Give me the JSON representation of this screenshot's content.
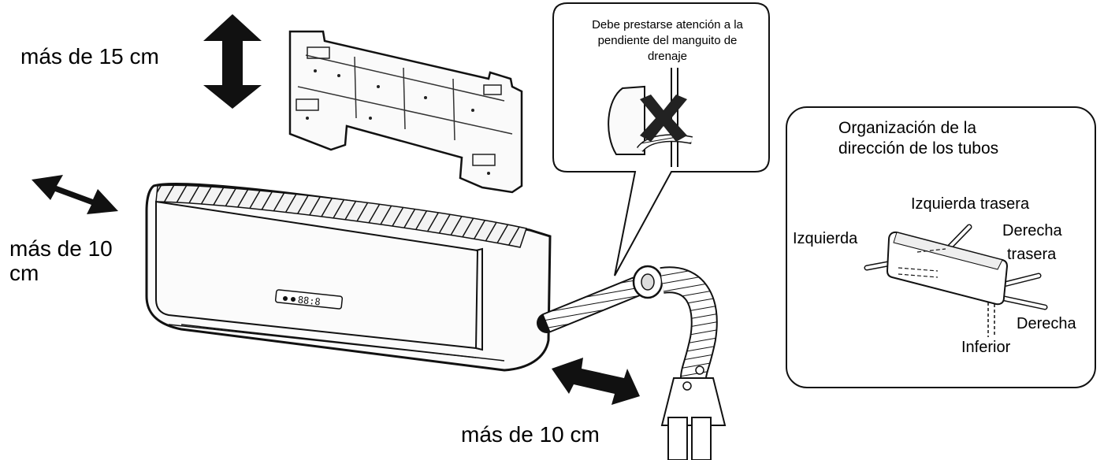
{
  "clearances": {
    "top": "más de 15 cm",
    "left_line1": "más de 10",
    "left_line2": "cm",
    "bottom": "más de 10 cm"
  },
  "callout": {
    "line1": "Debe prestarse atención a la",
    "line2": "pendiente del manguito de",
    "line3": "drenaje"
  },
  "pipe_box": {
    "title_line1": "Organización de la",
    "title_line2": "dirección de los tubos",
    "labels": {
      "rear_left": "Izquierda trasera",
      "left": "Izquierda",
      "rear_right_line1": "Derecha",
      "rear_right_line2": "trasera",
      "right": "Derecha",
      "bottom": "Inferior"
    }
  },
  "display_panel": "88:8"
}
